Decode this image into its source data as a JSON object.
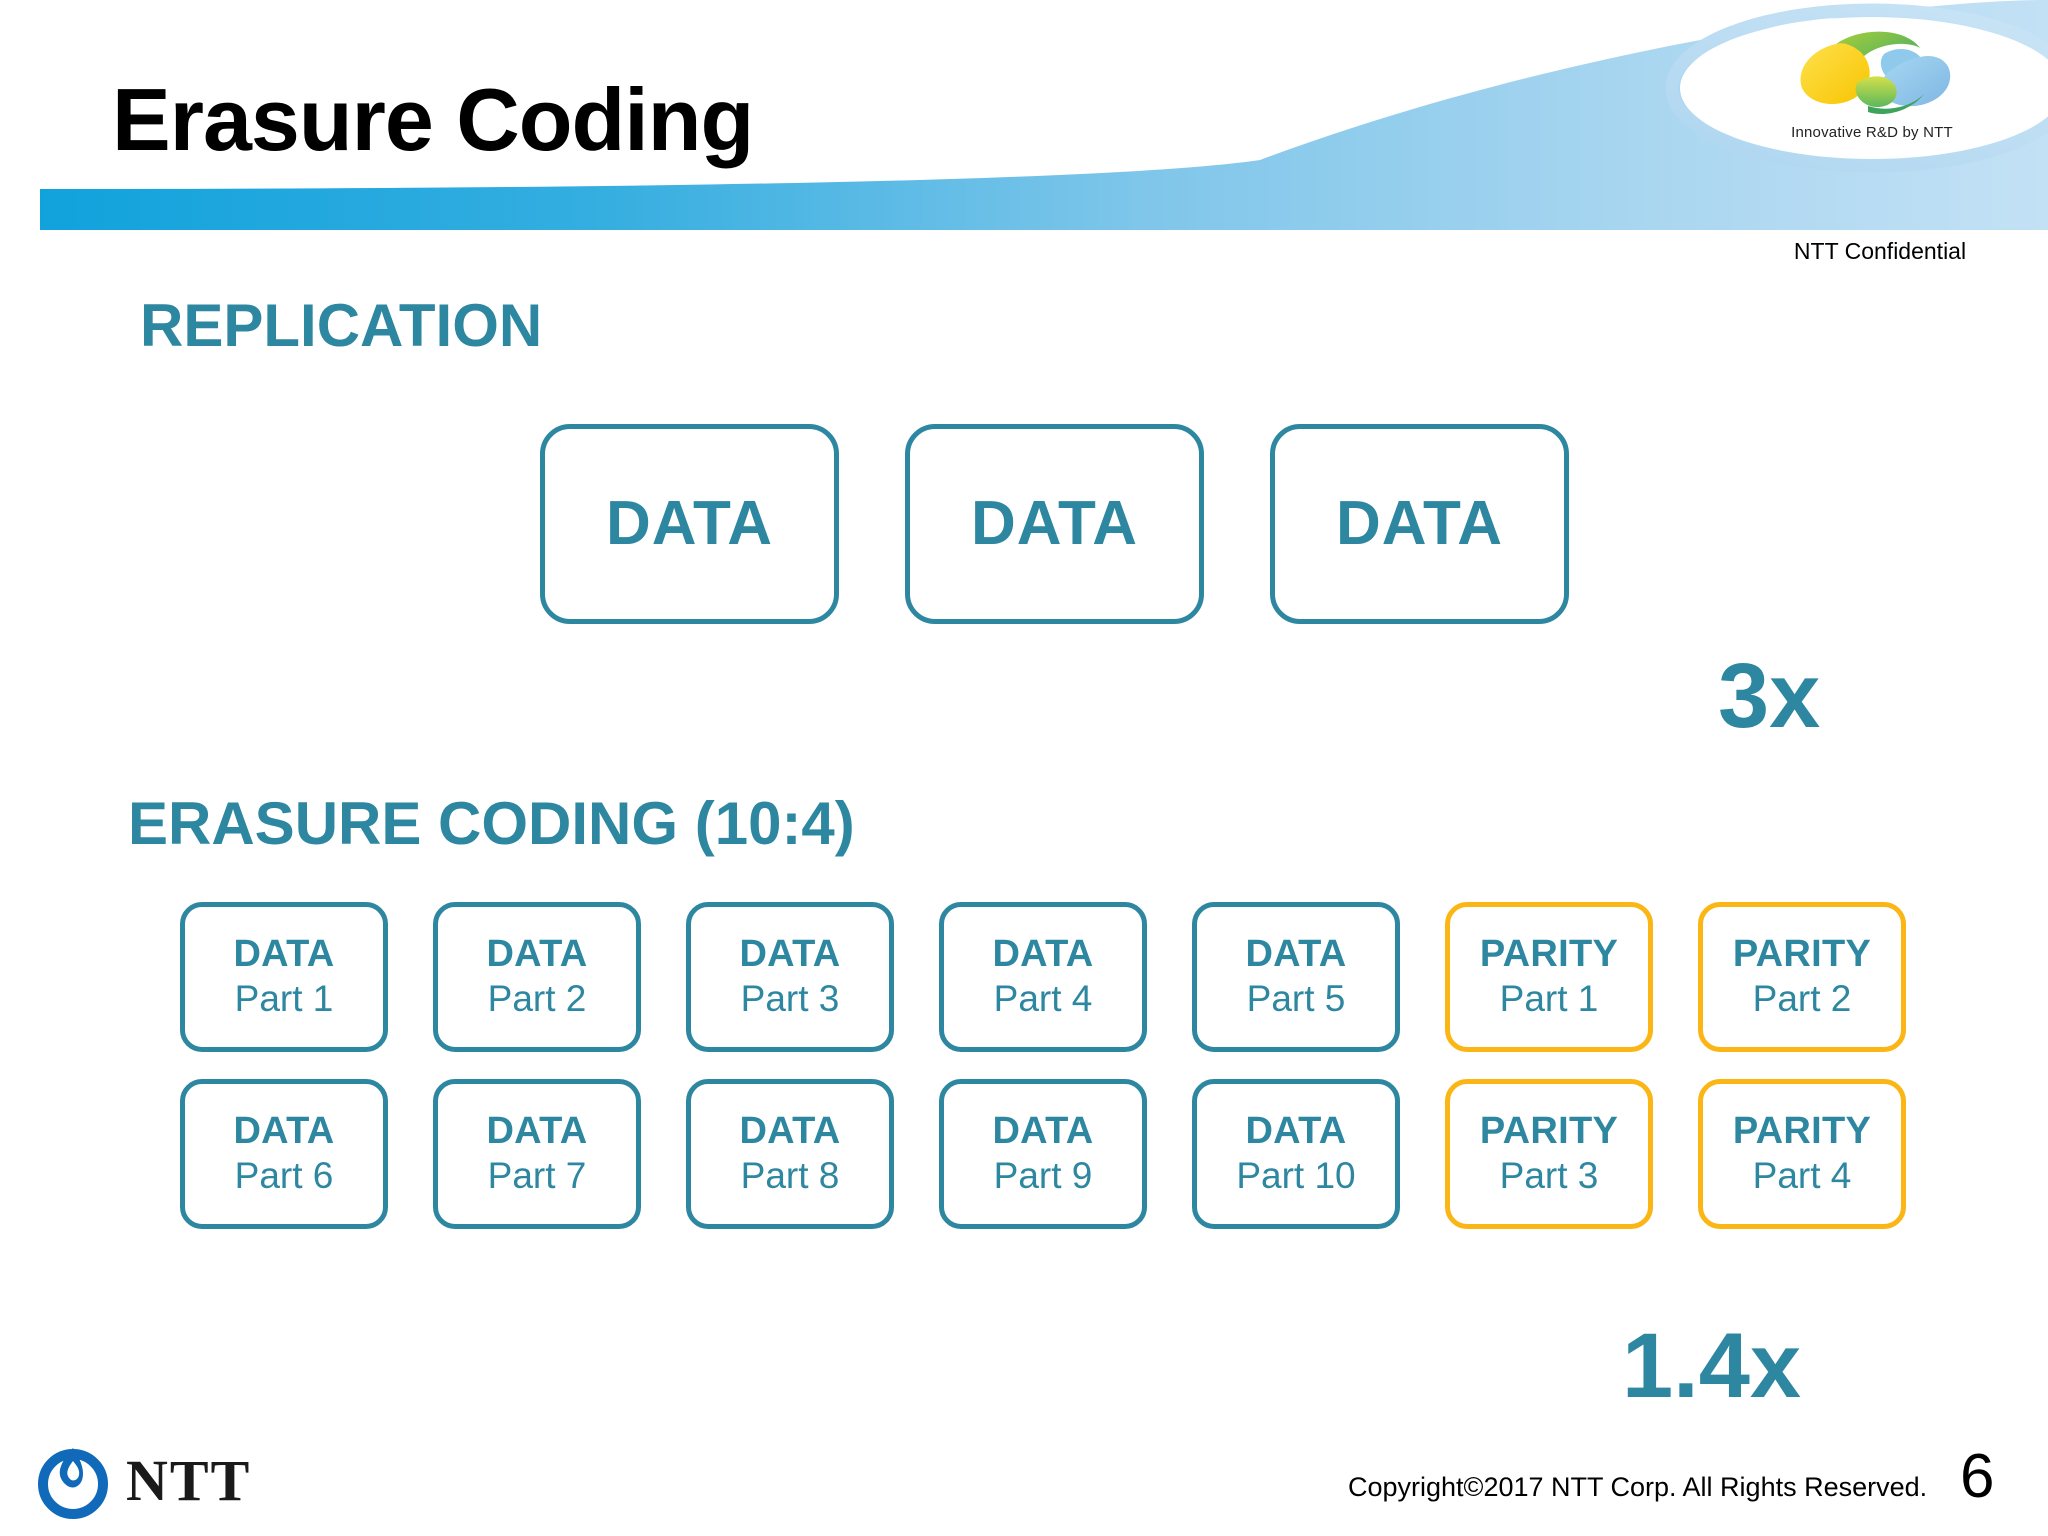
{
  "header": {
    "title": "Erasure Coding",
    "confidential": "NTT Confidential",
    "logo": {
      "name": "ntt-innovative-rd-logo",
      "tagline": "Innovative R&D by NTT"
    },
    "band_color_left": "#1FA8DC",
    "band_color_right": "#BBDCF2"
  },
  "accent": {
    "teal": "#2E87A0",
    "amber": "#FBB615",
    "ntt_blue": "#1069B9"
  },
  "sections": [
    {
      "id": "replication",
      "heading": "REPLICATION",
      "boxes": [
        {
          "label": "DATA"
        },
        {
          "label": "DATA"
        },
        {
          "label": "DATA"
        }
      ],
      "multiplier": "3x"
    },
    {
      "id": "erasure-coding",
      "heading": "ERASURE CODING (10:4)",
      "rows": [
        [
          {
            "kind": "DATA",
            "part": "Part 1",
            "type": "data"
          },
          {
            "kind": "DATA",
            "part": "Part 2",
            "type": "data"
          },
          {
            "kind": "DATA",
            "part": "Part 3",
            "type": "data"
          },
          {
            "kind": "DATA",
            "part": "Part 4",
            "type": "data"
          },
          {
            "kind": "DATA",
            "part": "Part 5",
            "type": "data"
          },
          {
            "kind": "PARITY",
            "part": "Part 1",
            "type": "parity"
          },
          {
            "kind": "PARITY",
            "part": "Part 2",
            "type": "parity"
          }
        ],
        [
          {
            "kind": "DATA",
            "part": "Part 6",
            "type": "data"
          },
          {
            "kind": "DATA",
            "part": "Part 7",
            "type": "data"
          },
          {
            "kind": "DATA",
            "part": "Part 8",
            "type": "data"
          },
          {
            "kind": "DATA",
            "part": "Part 9",
            "type": "data"
          },
          {
            "kind": "DATA",
            "part": "Part 10",
            "type": "data"
          },
          {
            "kind": "PARITY",
            "part": "Part 3",
            "type": "parity"
          },
          {
            "kind": "PARITY",
            "part": "Part 4",
            "type": "parity"
          }
        ]
      ],
      "multiplier": "1.4x"
    }
  ],
  "footer": {
    "logo_name": "ntt-logo",
    "wordmark": "NTT",
    "copyright": "Copyright©2017  NTT Corp. All Rights Reserved.",
    "page_number": "6"
  }
}
